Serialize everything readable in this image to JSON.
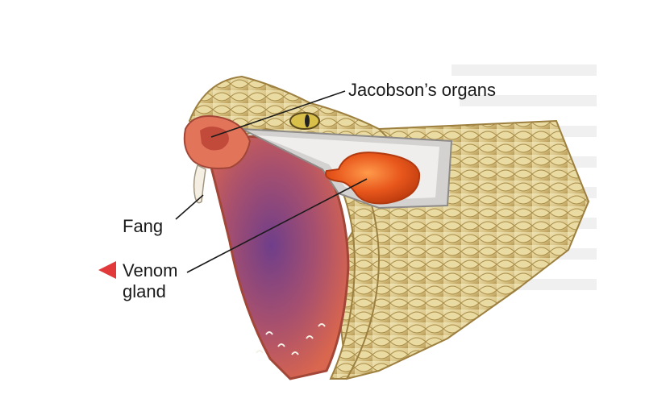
{
  "labels": {
    "jacobson": "Jacobson’s organs",
    "fang": "Fang",
    "venom_line1": "Venom",
    "venom_line2": "gland"
  },
  "colors": {
    "scale_light": "#e6d9a4",
    "scale_dark": "#b89a55",
    "mouth_inner": "#a8506e",
    "mouth_rim": "#d9664e",
    "venom_gland": "#e8571c",
    "leader_line": "#1a1a1a",
    "marker": "#e23a3a"
  },
  "icons": {
    "marker": "red-left-triangle"
  }
}
